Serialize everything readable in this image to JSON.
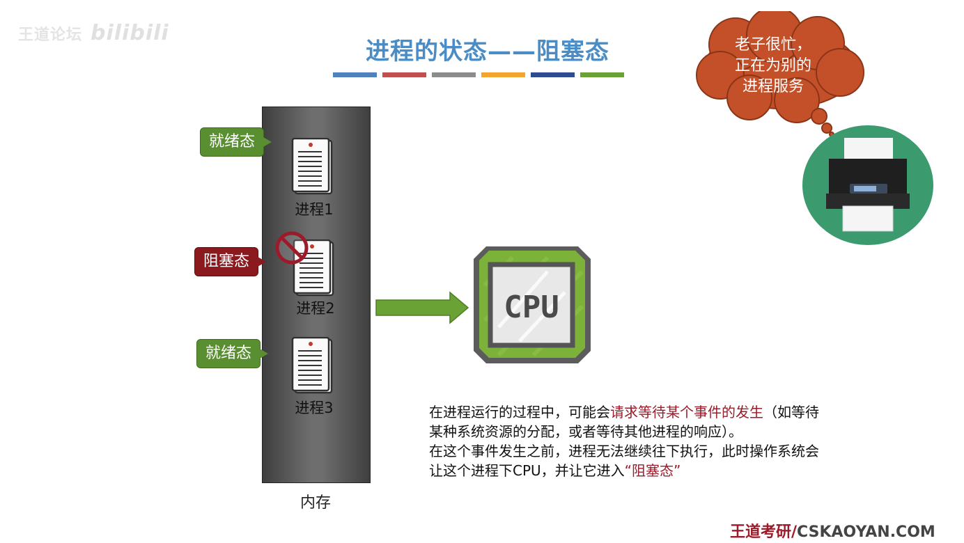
{
  "watermark": {
    "text": "王道论坛",
    "logo": "bilibili"
  },
  "title": "进程的状态——阻塞态",
  "title_bar_colors": [
    "#4f81bd",
    "#c0504d",
    "#8c8c8c",
    "#f2a630",
    "#2f4b8f",
    "#6aa236"
  ],
  "memory": {
    "label": "内存"
  },
  "processes": [
    {
      "label": "进程1",
      "state": "就绪态",
      "state_color": "#5a8f31",
      "icon": "document-icon"
    },
    {
      "label": "进程2",
      "state": "阻塞态",
      "state_color": "#8b1a1f",
      "icon": "document-icon",
      "blocked_icon": "prohibited-icon"
    },
    {
      "label": "进程3",
      "state": "就绪态",
      "state_color": "#5a8f31",
      "icon": "document-icon"
    }
  ],
  "cpu": {
    "label": "CPU",
    "icon": "cpu-chip-icon"
  },
  "arrow": {
    "icon": "right-arrow-icon"
  },
  "thought": {
    "lines": [
      "老子很忙，",
      "正在为别的",
      "进程服务"
    ],
    "icon": "thought-cloud-icon"
  },
  "printer": {
    "icon": "printer-icon"
  },
  "description": {
    "line1_pre": "在进程运行的过程中，可能会",
    "line1_highlight": "请求等待某个事件的发生",
    "line1_post": "（如等待",
    "line2": "某种系统资源的分配，或者等待其他进程的响应）。",
    "line3": "在这个事件发生之前，进程无法继续往下执行，此时操作系统会",
    "line4_pre": "让这个进程下CPU，并让它进入",
    "line4_highlight": "“阻塞态”"
  },
  "footer": {
    "brand": "王道考研/",
    "site": "CSKAOYAN.COM"
  }
}
